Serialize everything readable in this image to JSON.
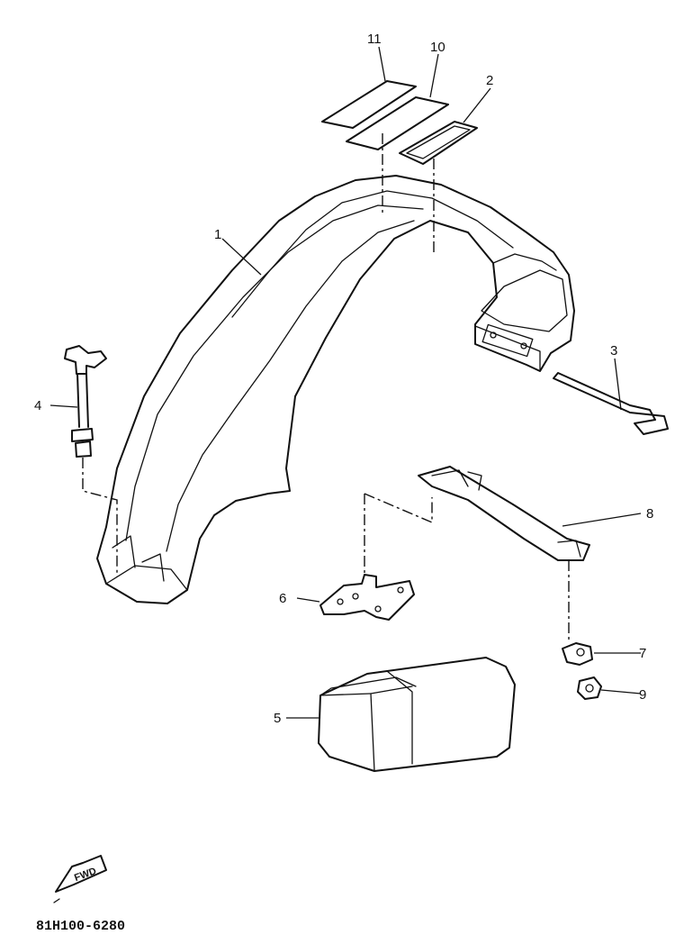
{
  "diagram": {
    "part_callouts": [
      "1",
      "2",
      "3",
      "4",
      "5",
      "6",
      "7",
      "8",
      "9",
      "10",
      "11"
    ],
    "badge_text": "FWD",
    "diagram_code": "81H100-6280"
  }
}
